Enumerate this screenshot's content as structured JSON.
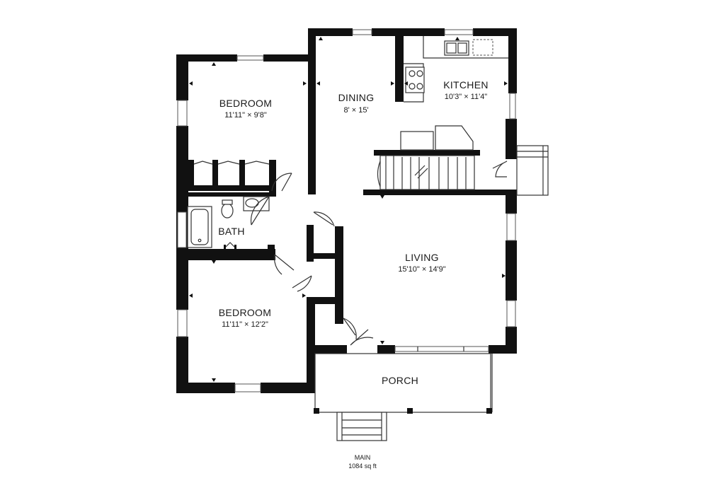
{
  "rooms": [
    {
      "name": "BEDROOM",
      "dims": "11'11\" × 9'8\""
    },
    {
      "name": "DINING",
      "dims": "8' × 15'"
    },
    {
      "name": "KITCHEN",
      "dims": "10'3\" × 11'4\""
    },
    {
      "name": "BATH",
      "dims": ""
    },
    {
      "name": "LIVING",
      "dims": "15'10\" × 14'9\""
    },
    {
      "name": "BEDROOM",
      "dims": "11'11\" × 12'2\""
    },
    {
      "name": "PORCH",
      "dims": ""
    }
  ],
  "floor": {
    "name": "MAIN",
    "area": "1084 sq ft"
  }
}
